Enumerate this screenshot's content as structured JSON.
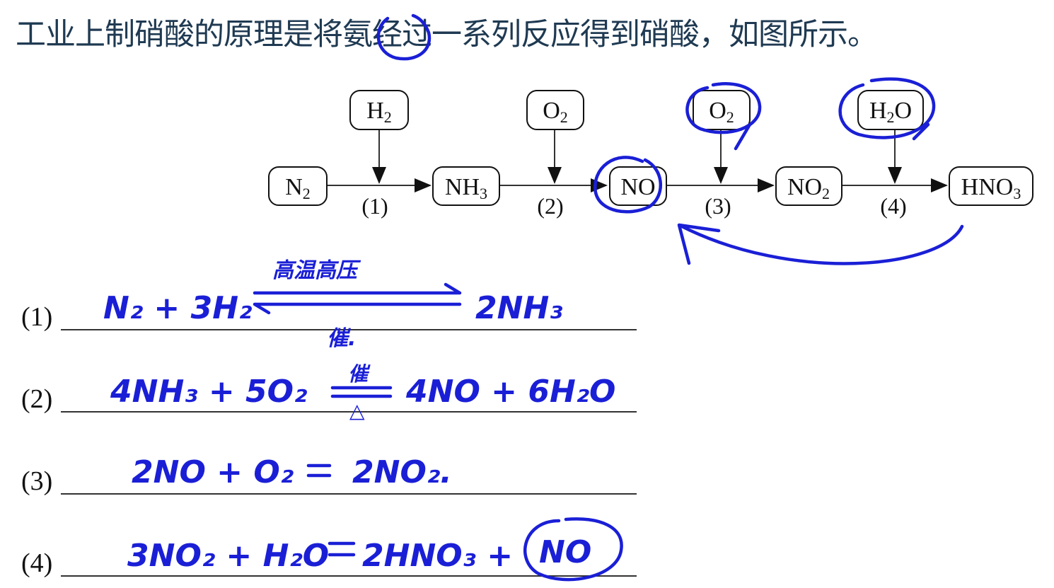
{
  "question": "工业上制硝酸的原理是将氨经过一系列反应得到硝酸，如图所示。",
  "diagram": {
    "nodes": [
      {
        "id": "n2",
        "label": "N",
        "sub": "2",
        "tail": ""
      },
      {
        "id": "nh3",
        "label": "NH",
        "sub": "3",
        "tail": ""
      },
      {
        "id": "no",
        "label": "NO",
        "sub": "",
        "tail": ""
      },
      {
        "id": "no2",
        "label": "NO",
        "sub": "2",
        "tail": ""
      },
      {
        "id": "hno3",
        "label": "HNO",
        "sub": "3",
        "tail": ""
      }
    ],
    "reagents": [
      {
        "id": "h2",
        "label": "H",
        "sub": "2",
        "tail": ""
      },
      {
        "id": "o2a",
        "label": "O",
        "sub": "2",
        "tail": ""
      },
      {
        "id": "o2b",
        "label": "O",
        "sub": "2",
        "tail": ""
      },
      {
        "id": "h2o",
        "label": "H",
        "sub": "2",
        "tail": "O"
      }
    ],
    "steps": [
      "(1)",
      "(2)",
      "(3)",
      "(4)"
    ]
  },
  "answers": [
    {
      "label": "(1)",
      "left": "N₂ + 3H₂",
      "right": "2NH₃",
      "above": "高温高压",
      "below": "催.",
      "arrow": "equilibrium"
    },
    {
      "label": "(2)",
      "left": "4NH₃ + 5O₂",
      "right": "4NO + 6H₂O",
      "above": "催",
      "below": "△",
      "arrow": "equals"
    },
    {
      "label": "(3)",
      "left": "2NO + O₂",
      "right": "2NO₂.",
      "above": "",
      "below": "",
      "arrow": "equals-sign"
    },
    {
      "label": "(4)",
      "left": "3NO₂ + H₂O",
      "right": "2HNO₃ +",
      "above": "",
      "below": "",
      "arrow": "equals-sign",
      "circled": "NO"
    }
  ],
  "ink_color": "#1a1fd6"
}
